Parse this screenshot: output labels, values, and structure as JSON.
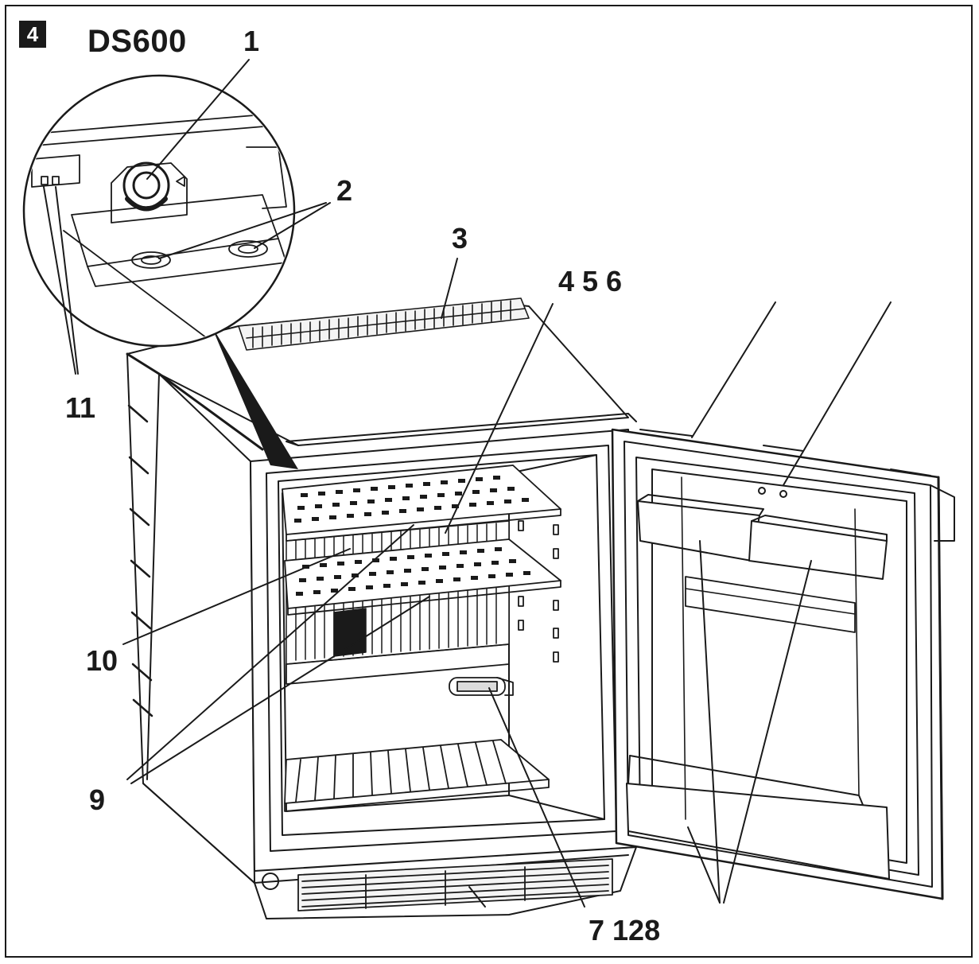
{
  "figure": {
    "badge": "4",
    "model": "DS600"
  },
  "callouts": {
    "c1": "1",
    "c2": "2",
    "c3": "3",
    "c456": "4 5 6",
    "c10": "10",
    "c9": "9",
    "c11": "11",
    "c7128": "7 128"
  },
  "colors": {
    "line": "#1a1a1a",
    "background": "#ffffff",
    "shade": "#dcdcdc"
  }
}
